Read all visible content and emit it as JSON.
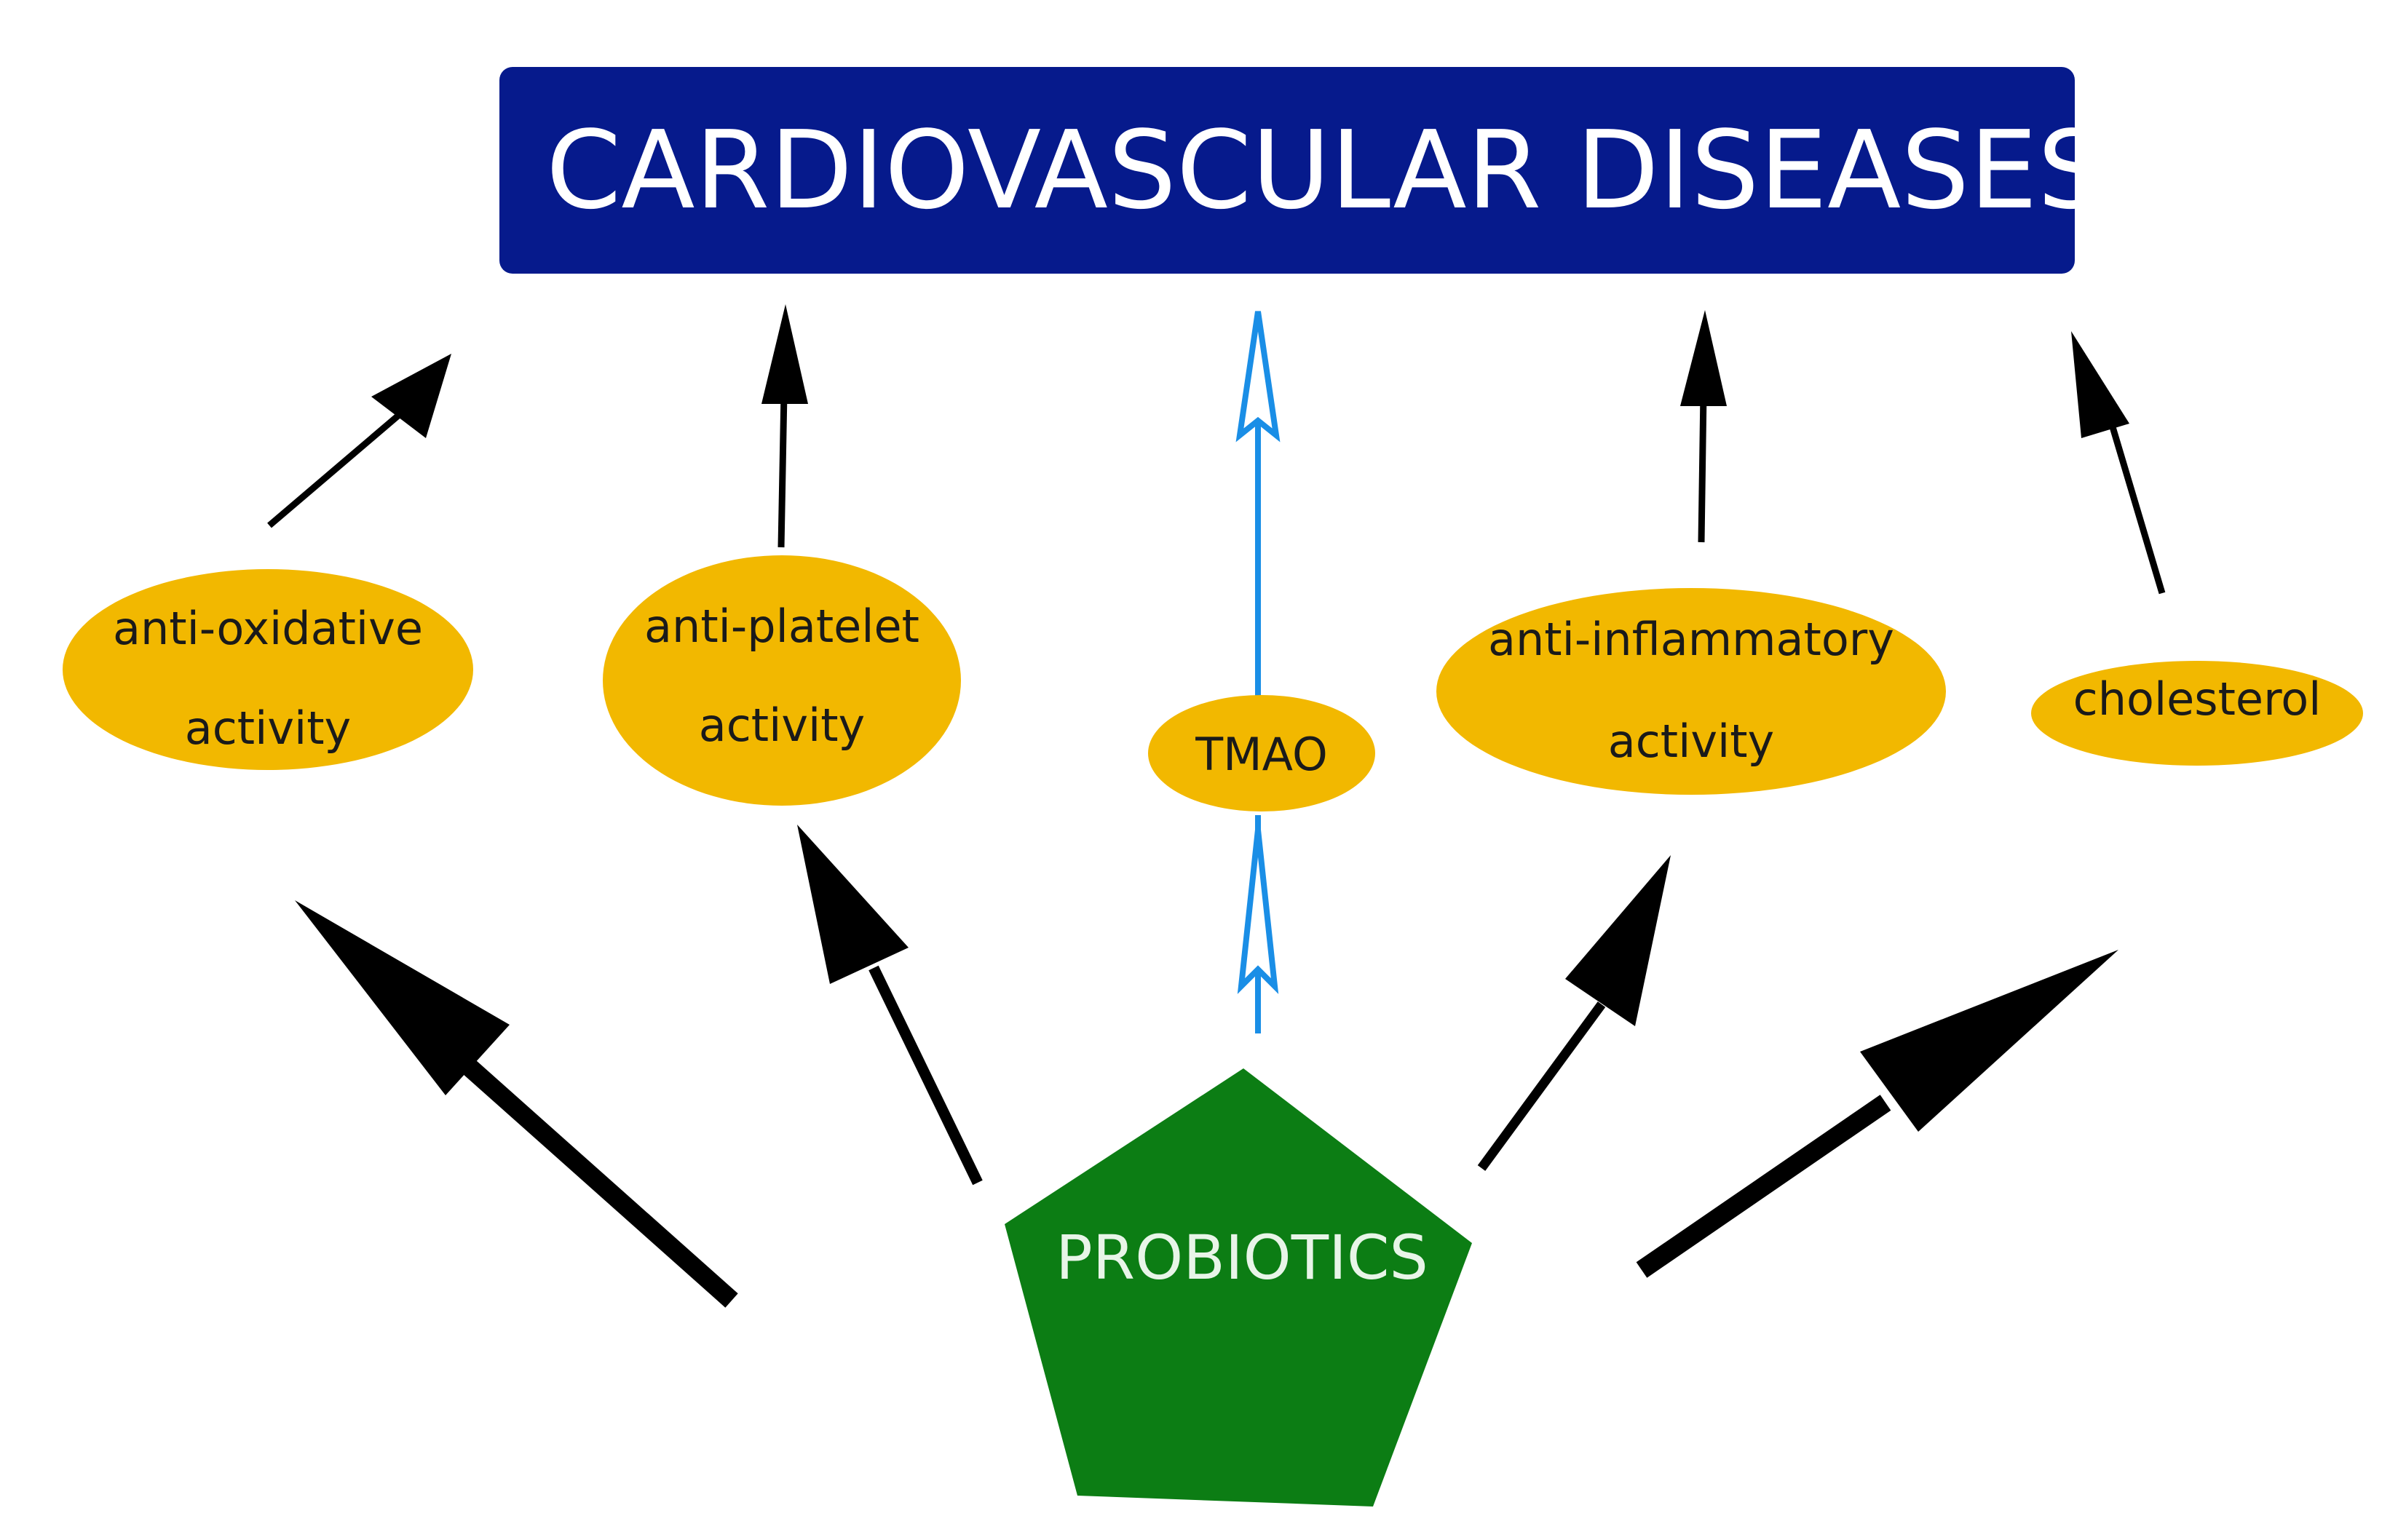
{
  "title": {
    "word1": "CARDIOVASCULAR",
    "word2": "DISEASES"
  },
  "source": {
    "label": "PROBIOTICS"
  },
  "mediators": [
    {
      "id": "anti-oxidative",
      "line1": "anti-oxidative",
      "line2": "activity"
    },
    {
      "id": "anti-platelet",
      "line1": "anti-platelet",
      "line2": "activity"
    },
    {
      "id": "tmao",
      "line1": "TMAO",
      "line2": ""
    },
    {
      "id": "anti-inflammatory",
      "line1": "anti-inflammatory",
      "line2": "activity"
    },
    {
      "id": "cholesterol",
      "line1": "cholesterol",
      "line2": ""
    }
  ],
  "colors": {
    "title_box": "#061a8c",
    "mediator_fill": "#f2b800",
    "source_fill": "#0c7d14",
    "arrow": "#000000",
    "tmao_arrow": "#1a8ee6"
  }
}
